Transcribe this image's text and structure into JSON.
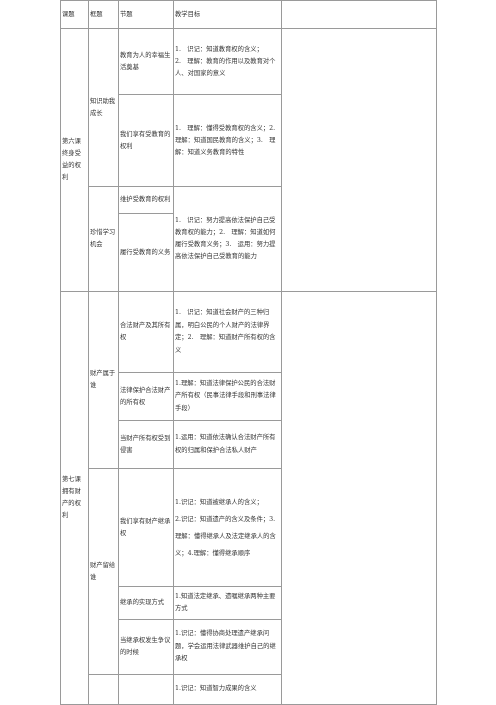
{
  "header": {
    "lesson": "课题",
    "frame": "框题",
    "section": "节题",
    "goal": "教学目标",
    "extra": ""
  },
  "lessons": [
    {
      "title": "第六课 终身受益的权利",
      "frames": [
        {
          "title": "知识助我成长",
          "sections": [
            {
              "title": "教育为人的幸福生活奠基",
              "goals": [
                "1.　识记：知道教育权的含义；",
                "2.　理解：教育的作用以及教育对个人、对国家的意义"
              ]
            },
            {
              "title": "我们享有受教育的权利",
              "goals": [
                "1.　理解：懂得受教育权的含义；2.　理解：知道国民教育的含义；3.　理解：知道义务教育的特性"
              ]
            }
          ]
        },
        {
          "title": "珍惜学习机会",
          "sections": [
            {
              "title": "维护受教育的权利",
              "goals": [
                "1.　识记：努力提高依法保护自己受教育权的能力；2.　理解：知道如何履行受教育义务；3.　运用：努力提高依法保护自己受教育的能力"
              ]
            },
            {
              "title": "履行受教育的义务",
              "goals": []
            }
          ]
        }
      ]
    },
    {
      "title": "第七课 拥有财产的权利",
      "frames": [
        {
          "title": "财产属于谁",
          "sections": [
            {
              "title": "合法财产及其所有权",
              "goals": [
                "1.　识记：知道社会财产的三种归属，明白公民的个人财产的法律界定；2.　理解：知道财产所有权的含义"
              ]
            },
            {
              "title": "法律保护合法财产的所有权",
              "goals": [
                "1.理解：知道法律保护公民的合法财产所有权（民事法律手段和刑事法律手段）"
              ]
            },
            {
              "title": "当财产所有权受到侵害",
              "goals": [
                "1.运用：知道依法确认合法财产所有权的归属和保护合法私人财产"
              ]
            }
          ]
        },
        {
          "title": "财产留给谁",
          "sections": [
            {
              "title": "我们享有财产继承权",
              "goals": [
                "1.识记：知道被继承人的含义；",
                "2.识记：知道遗产的含义及条件；3.理解：懂得继承人及法定继承人的含义；4.理解：懂得继承顺序"
              ]
            },
            {
              "title": "继承的实现方式",
              "goals": [
                "1.知道法定继承、遗嘱继承两种主要方式"
              ]
            },
            {
              "title": "当继承权发生争议的时候",
              "goals": [
                "1.识记：懂得协商处理遗产继承问题，学会运用法律武器维护自己的继承权"
              ]
            }
          ]
        },
        {
          "title": "",
          "sections": [
            {
              "title": "",
              "goals": [
                "1.识记：知道智力成果的含义"
              ]
            }
          ]
        }
      ]
    }
  ]
}
